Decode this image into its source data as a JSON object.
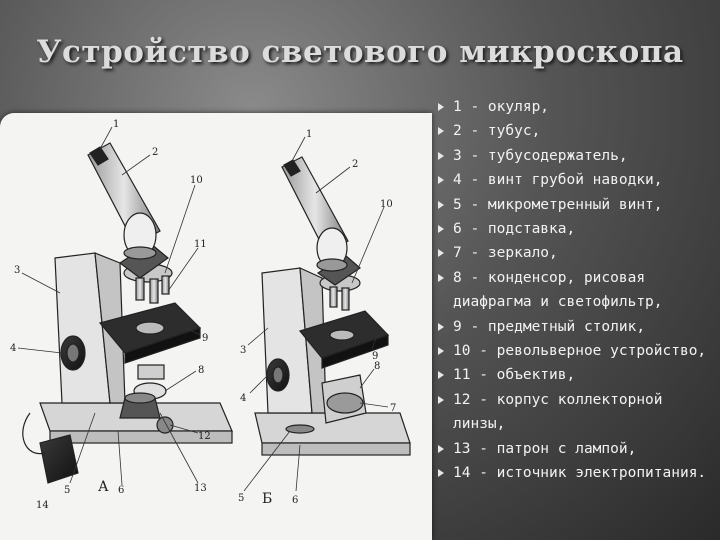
{
  "slide": {
    "title": "Устройство светового микроскопа"
  },
  "legend": [
    "1 - окуляр,",
    "2 - тубус,",
    "3 - тубусодержатель,",
    "4 - винт грубой наводки,",
    "5 - микрометренный винт,",
    "6 - подставка,",
    "7 - зеркало,",
    "8 - конденсор, рисовая диафрагма и светофильтр,",
    "9 - предметный столик,",
    "10 - револьверное устройство,",
    "11 - объектив,",
    "12 - корпус коллекторной линзы,",
    "13 - патрон с лампой,",
    "14 - источник электропитания."
  ],
  "figure": {
    "left_callouts": [
      "1",
      "2",
      "10",
      "11",
      "3",
      "4",
      "9",
      "8",
      "5",
      "6",
      "12",
      "13",
      "14"
    ],
    "right_callouts": [
      "1",
      "2",
      "10",
      "9",
      "8",
      "3",
      "4",
      "7",
      "5",
      "6"
    ],
    "left_letter": "А",
    "right_letter": "Б"
  },
  "colors": {
    "background": "#555555",
    "title": "#dcdcdc",
    "text": "#f2f2f2",
    "figure_bg": "#f4f4f2"
  }
}
